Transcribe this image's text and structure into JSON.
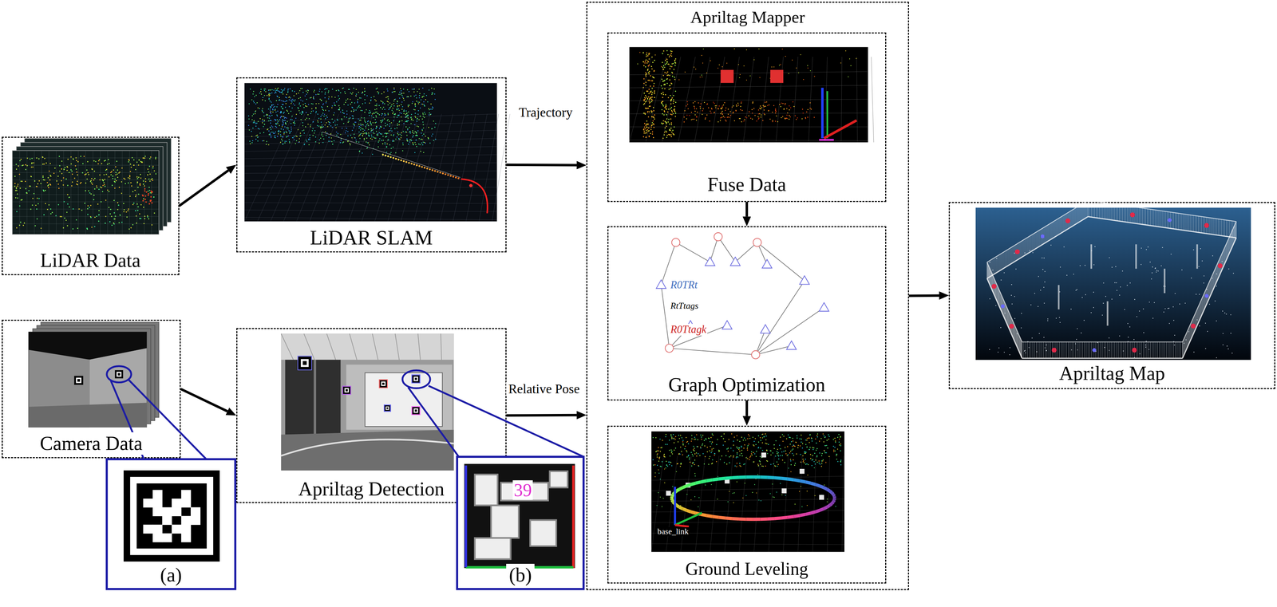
{
  "diagram": {
    "nodes": [
      {
        "text": [
          "LiDAR Data"
        ]
      },
      {
        "text": [
          "LiDAR SLAM"
        ]
      },
      {
        "text": [
          "Camera Data"
        ]
      },
      {
        "text": [
          "Apriltag Detection"
        ]
      },
      {
        "text": [
          "Apriltag Mapper"
        ]
      },
      {
        "text": [
          "Fuse Data"
        ],
        "in": 4
      },
      {
        "text": [
          "Graph Optimization"
        ],
        "in": 4
      },
      {
        "text": [
          "Ground Leveling"
        ],
        "in": 4
      },
      {
        "text": [
          "Apriltag Map"
        ]
      },
      {
        "text": [
          "(a)"
        ]
      },
      {
        "text": [
          "(b)"
        ]
      }
    ],
    "edges": [
      {
        "from": 0,
        "to": 1,
        "arrow": "to"
      },
      {
        "from": 2,
        "to": 3,
        "arrow": "to"
      },
      {
        "from": 1,
        "to": 4,
        "arrow": "to",
        "label": "Trajectory"
      },
      {
        "from": 3,
        "to": 4,
        "arrow": "to",
        "label": "Relative Pose"
      },
      {
        "from": 5,
        "to": 6,
        "arrow": "to"
      },
      {
        "from": 6,
        "to": 7,
        "arrow": "to"
      },
      {
        "from": 4,
        "to": 8,
        "arrow": "to"
      }
    ],
    "labels": [
      "R0TRt",
      "RtTtags",
      "R0Ttagk",
      "39",
      "base_link"
    ]
  }
}
